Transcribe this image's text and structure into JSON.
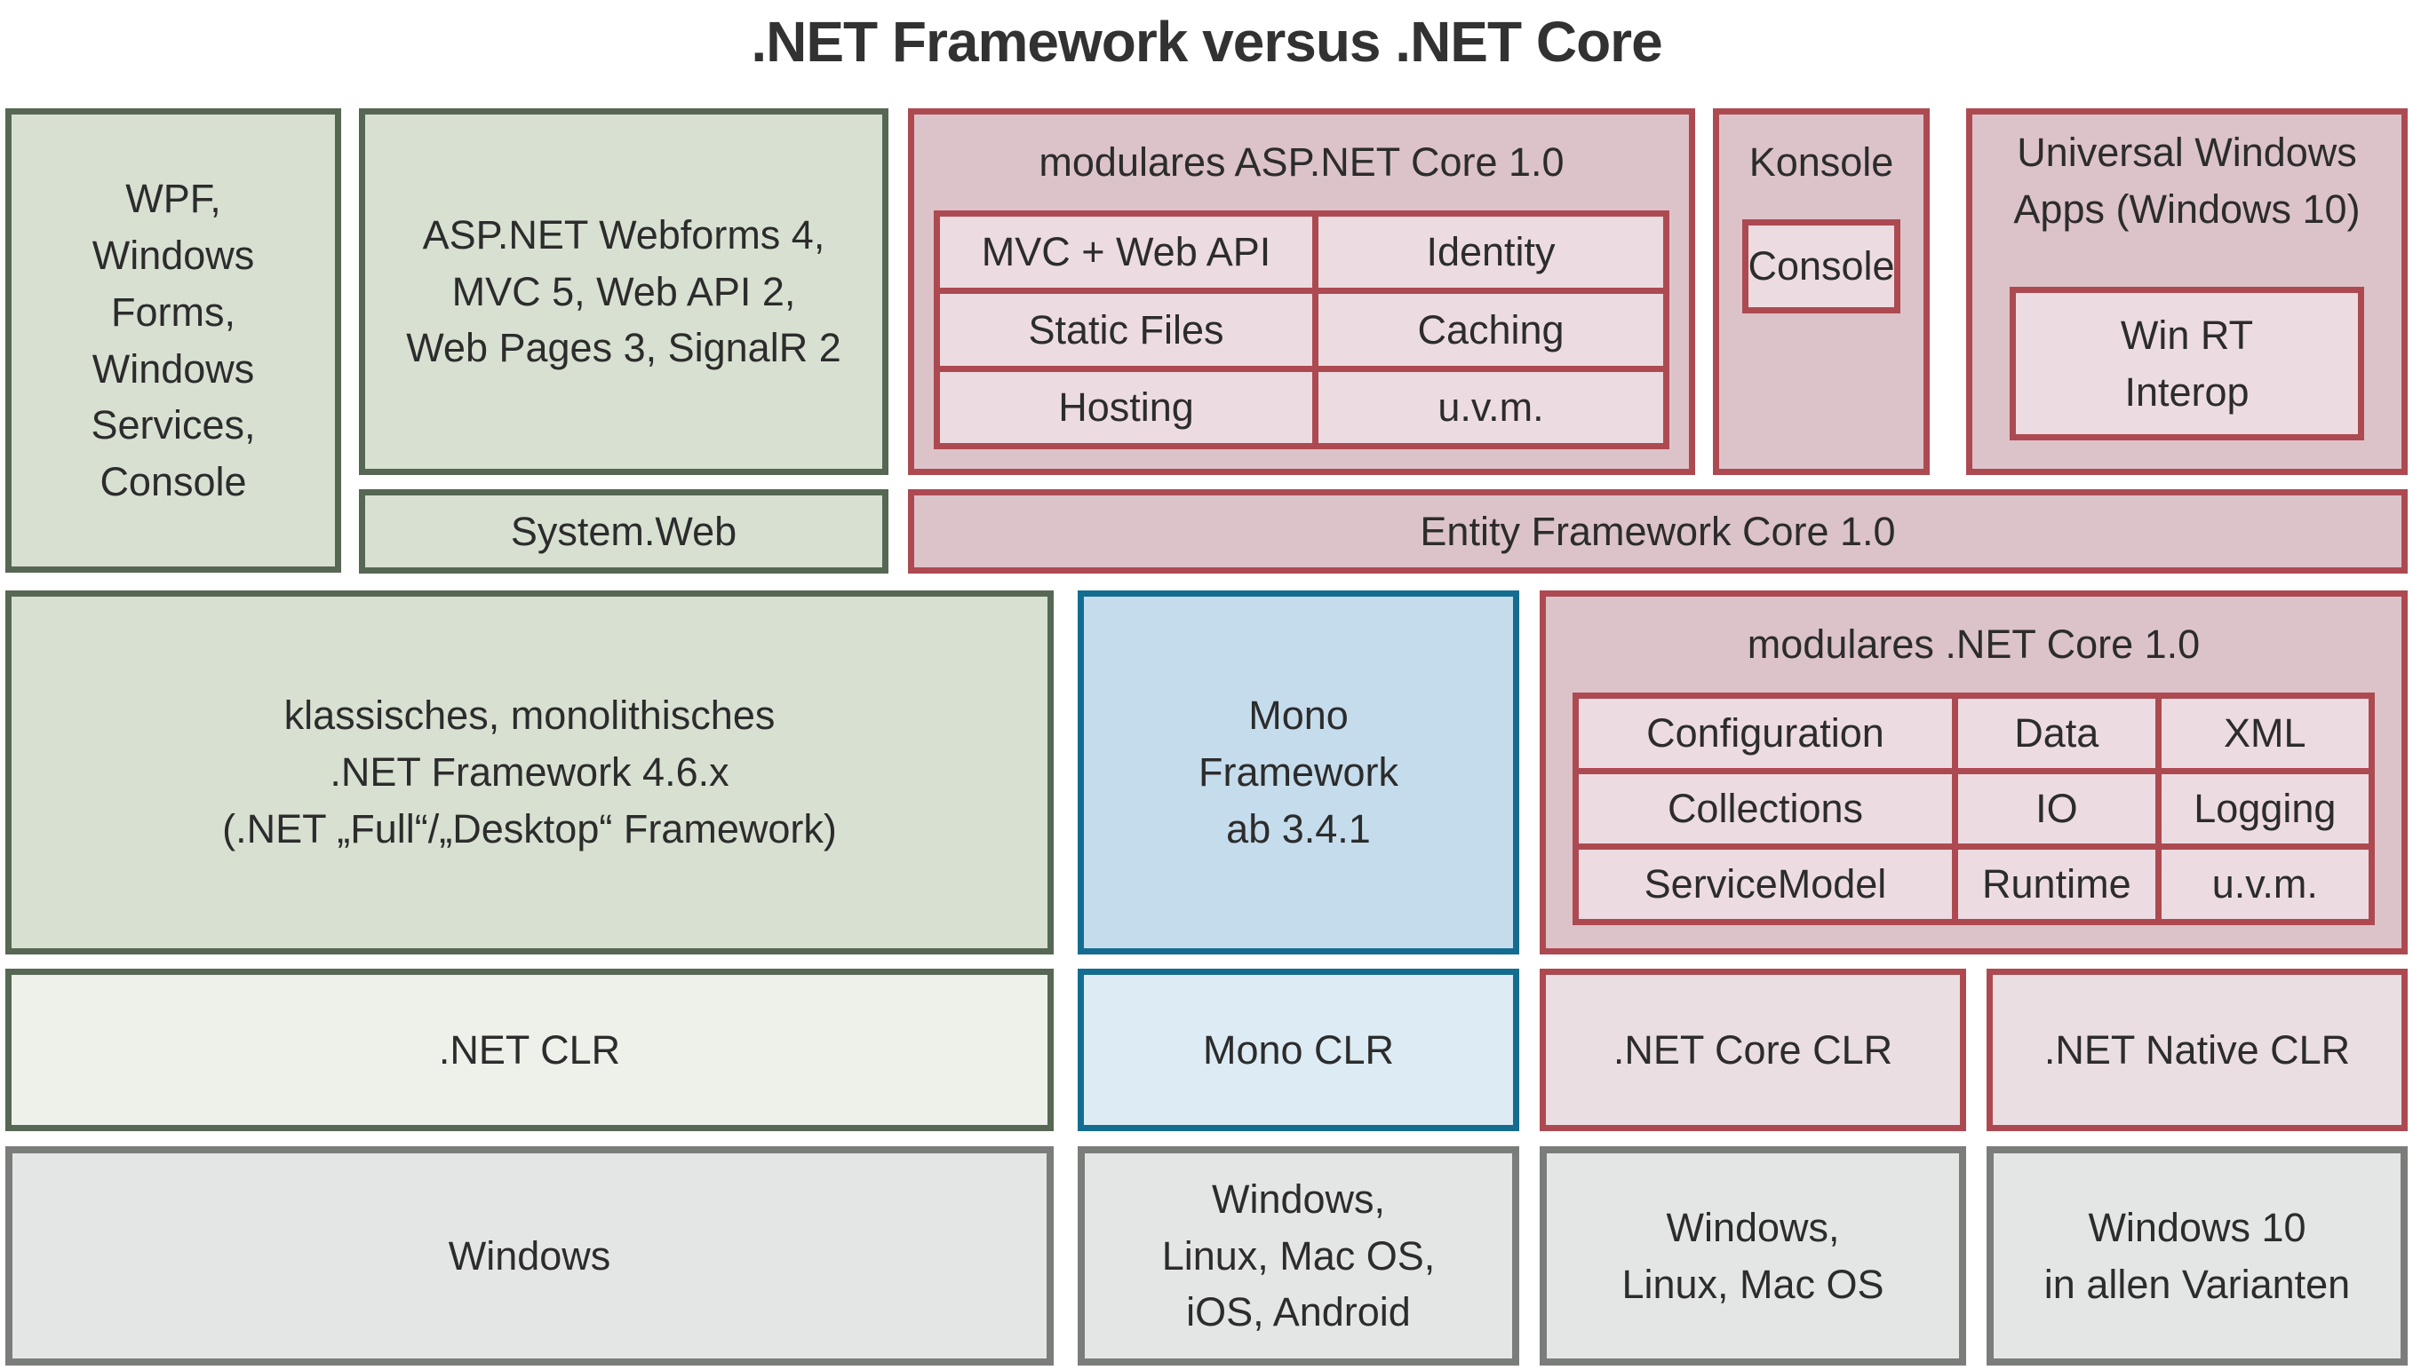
{
  "title": ".NET Framework versus .NET Core",
  "palette": {
    "green_border": "#566853",
    "green_fill": "#d8e0d2",
    "green_fill_light": "#edf1ea",
    "red_border": "#ad4a51",
    "red_fill": "#dcc3c9",
    "red_fill_light": "#ecdce1",
    "blue_border": "#146d90",
    "blue_fill": "#c5dcec",
    "blue_fill_light": "#dcebf4",
    "gray_border": "#7b7d7b",
    "gray_fill": "#e4e6e5",
    "text": "#2c2c2c"
  },
  "framework": {
    "wpf": "WPF,\nWindows\nForms,\nWindows\nServices,\nConsole",
    "webforms": "ASP.NET Webforms 4,\nMVC 5, Web API 2,\nWeb Pages 3, SignalR 2",
    "system_web": "System.Web",
    "classic": "klassisches, monolithisches\n.NET Framework 4.6.x\n(.NET „Full“/„Desktop“ Framework)",
    "net_clr": ".NET CLR",
    "os": "Windows"
  },
  "mono": {
    "framework": "Mono\nFramework\nab 3.4.1",
    "clr": "Mono CLR",
    "os": "Windows,\nLinux, Mac OS,\niOS, Android"
  },
  "core": {
    "aspnet": {
      "title": "modulares ASP.NET Core 1.0",
      "cells": [
        [
          "MVC + Web API",
          "Identity"
        ],
        [
          "Static Files",
          "Caching"
        ],
        [
          "Hosting",
          "u.v.m."
        ]
      ]
    },
    "konsole": {
      "title": "Konsole",
      "inner": "Console"
    },
    "universal": {
      "title": "Universal Windows\nApps (Windows 10)",
      "inner": "Win RT\nInterop"
    },
    "ef": "Entity Framework Core 1.0",
    "netcore": {
      "title": "modulares .NET Core 1.0",
      "cells": [
        [
          "Configuration",
          "Data",
          "XML"
        ],
        [
          "Collections",
          "IO",
          "Logging"
        ],
        [
          "ServiceModel",
          "Runtime",
          "u.v.m."
        ]
      ]
    },
    "core_clr": ".NET Core CLR",
    "native_clr": ".NET Native CLR",
    "core_os": "Windows,\nLinux, Mac OS",
    "native_os": "Windows 10\nin allen Varianten"
  }
}
